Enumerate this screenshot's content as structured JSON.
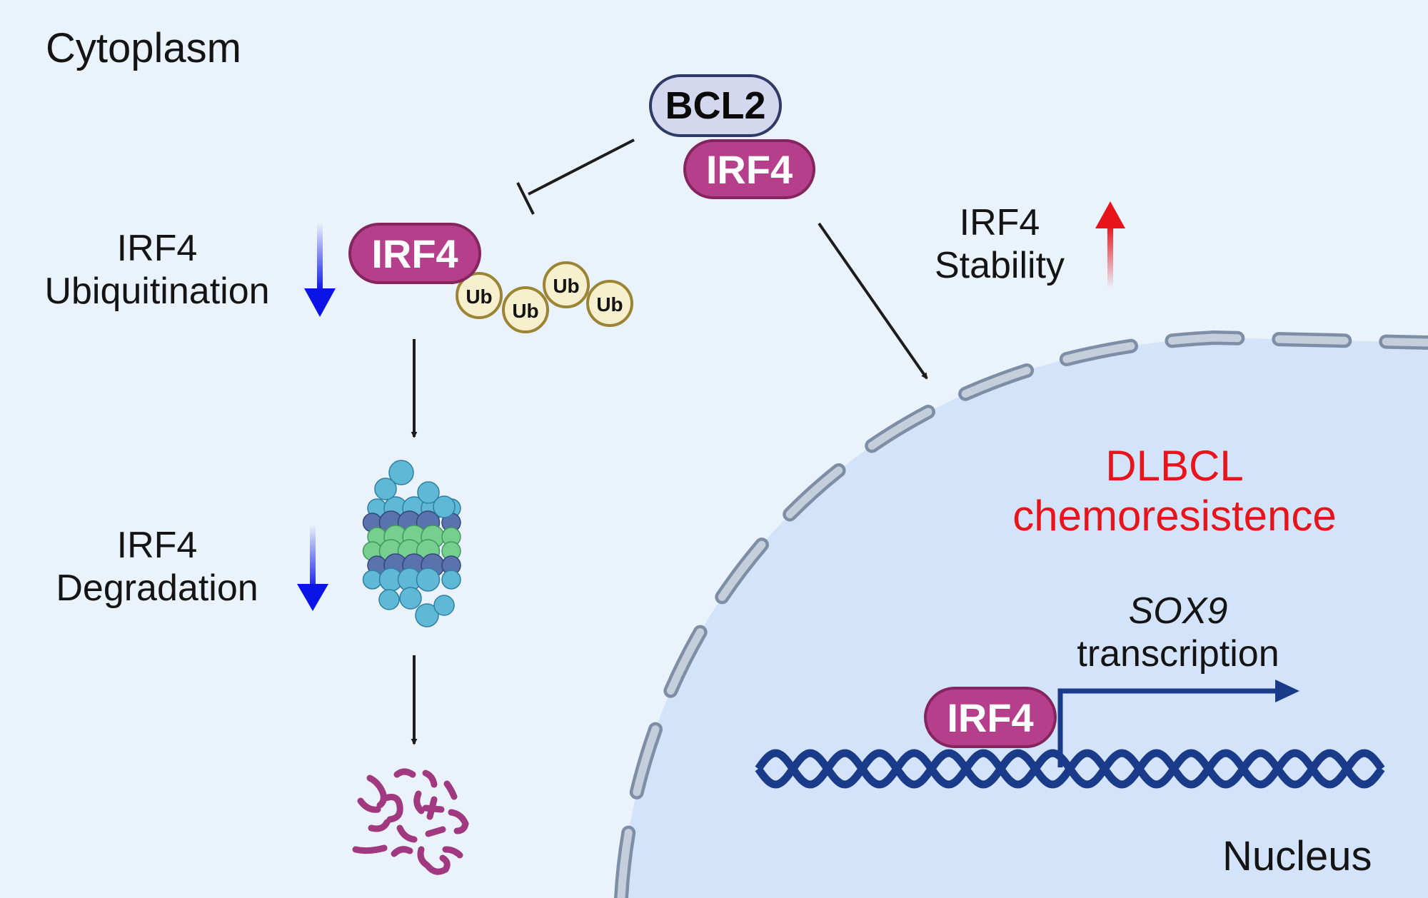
{
  "compartments": {
    "cytoplasm": "Cytoplasm",
    "nucleus": "Nucleus"
  },
  "complex": {
    "bcl2": "BCL2",
    "irf4": "IRF4"
  },
  "ubiquitinated": {
    "irf4": "IRF4",
    "ub_tags": [
      "Ub",
      "Ub",
      "Ub",
      "Ub"
    ]
  },
  "side_labels": {
    "ubiquitination": [
      "IRF4",
      "Ubiquitination"
    ],
    "degradation": [
      "IRF4",
      "Degradation"
    ],
    "stability": [
      "IRF4",
      "Stability"
    ]
  },
  "outcome": [
    "DLBCL",
    "chemoresistence"
  ],
  "transcription": {
    "gene": "SOX9",
    "label": "transcription",
    "factor": "IRF4"
  },
  "colors": {
    "background": "#eaf2fb",
    "nucleus_fill": "#d3e3f9",
    "irf4_fill": "#b63f8c",
    "bcl2_fill": "#d3d8ef",
    "ub_fill": "#f6f0cf",
    "outcome_text": "#e8141c",
    "down_arrow": "#0a14e6",
    "up_arrow": "#e8141c",
    "dna": "#1a3a8a"
  }
}
